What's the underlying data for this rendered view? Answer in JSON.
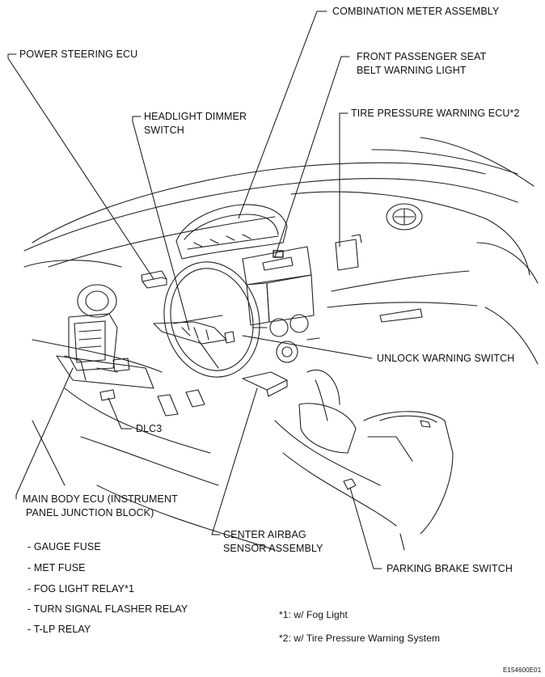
{
  "callouts": {
    "combination_meter": "COMBINATION METER ASSEMBLY",
    "power_steering_ecu": "POWER STEERING ECU",
    "front_passenger_line1": "FRONT PASSENGER SEAT",
    "front_passenger_line2": "BELT WARNING LIGHT",
    "headlight_dimmer_line1": "HEADLIGHT DIMMER",
    "headlight_dimmer_line2": "SWITCH",
    "tire_pressure_ecu": "TIRE PRESSURE WARNING ECU*2",
    "unlock_warning": "UNLOCK WARNING SWITCH",
    "dlc3": "DLC3",
    "main_body_line1": "MAIN BODY ECU (INSTRUMENT",
    "main_body_line2": "PANEL JUNCTION BLOCK)",
    "center_airbag_line1": "CENTER AIRBAG",
    "center_airbag_line2": "SENSOR ASSEMBLY",
    "parking_brake": "PARKING BRAKE SWITCH"
  },
  "main_body_items": [
    "- GAUGE FUSE",
    "- MET FUSE",
    "- FOG LIGHT RELAY*1",
    "- TURN SIGNAL FLASHER RELAY",
    "- T-LP RELAY"
  ],
  "notes": {
    "note1": "*1: w/ Fog Light",
    "note2": "*2: w/ Tire Pressure Warning System"
  },
  "figure_code": "E154600E01"
}
